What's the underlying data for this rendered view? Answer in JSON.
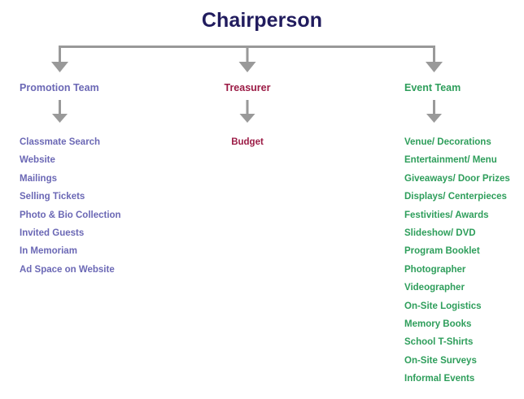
{
  "chart": {
    "type": "org-chart",
    "title": "Chairperson",
    "title_color": "#211c5e",
    "connector_color": "#999999",
    "background_color": "#ffffff",
    "branches": [
      {
        "id": "promotion",
        "header": "Promotion Team",
        "color": "#6b68b5",
        "items": [
          "Classmate Search",
          "Website",
          "Mailings",
          "Selling Tickets",
          "Photo & Bio Collection",
          "Invited Guests",
          "In Memoriam",
          "Ad Space on Website"
        ]
      },
      {
        "id": "treasurer",
        "header": "Treasurer",
        "color": "#9b1b45",
        "items": [
          "Budget"
        ]
      },
      {
        "id": "event",
        "header": "Event Team",
        "color": "#2e9e5b",
        "items": [
          "Venue/ Decorations",
          "Entertainment/ Menu",
          "Giveaways/ Door Prizes",
          "Displays/ Centerpieces",
          "Festivities/ Awards",
          "Slideshow/ DVD",
          "Program Booklet",
          "Photographer",
          "Videographer",
          "On-Site Logistics",
          "Memory Books",
          "School T-Shirts",
          "On-Site Surveys",
          "Informal Events"
        ]
      }
    ]
  }
}
